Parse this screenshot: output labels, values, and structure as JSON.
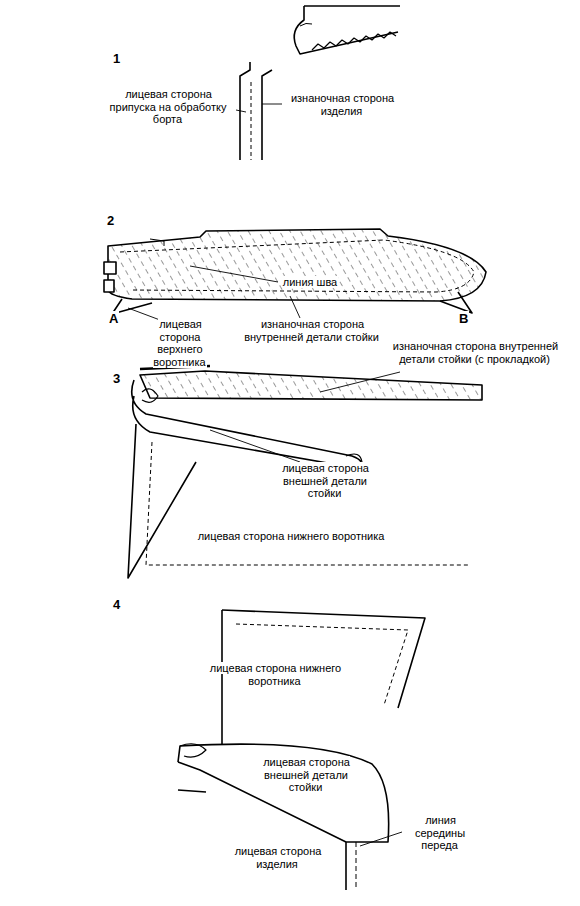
{
  "diagram": {
    "labels": [
      "1",
      "лицевая сторона припуска на обработку борта",
      "изнаночная сторона изделия",
      "2",
      "линия шва",
      "А",
      "лицевая сторона верхнего воротника",
      "изнаночная сторона внутренней детали стойки",
      "В",
      "3",
      "изнаночная сторона внутренней детали стойки (с прокладкой)",
      "лицевая сторона внешней детали стойки",
      "лицевая сторона нижнего воротника",
      "4",
      "лицевая сторона нижнего воротника",
      "лицевая сторона внешней детали стойки",
      "линия середины переда",
      "лицевая сторона изделия"
    ]
  }
}
